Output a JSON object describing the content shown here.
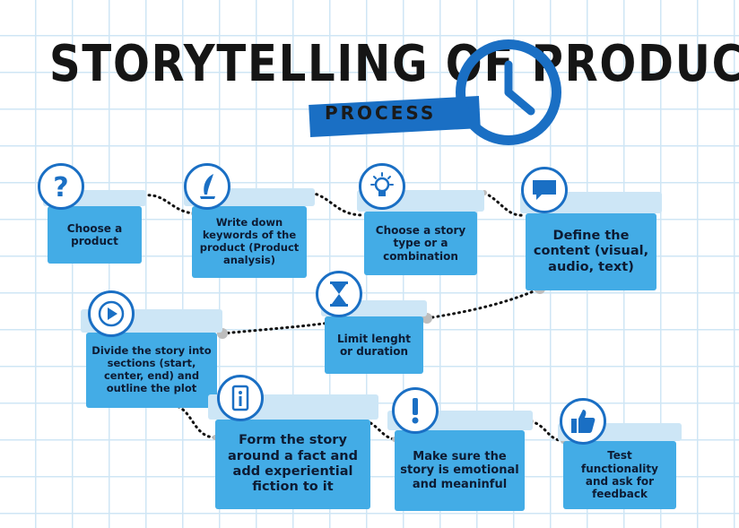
{
  "title": "STORYTELLING OF PRODUCT",
  "subtitle": "PROCESS",
  "steps": [
    {
      "label": "Choose a product",
      "icon": "question-icon"
    },
    {
      "label": "Write down keywords of the product (Product analysis)",
      "icon": "quill-icon"
    },
    {
      "label": "Choose a story type or a combination",
      "icon": "lightbulb-icon"
    },
    {
      "label": "Define the content (visual, audio, text)",
      "icon": "speech-bubble-icon"
    },
    {
      "label": "Divide the story into sections (start, center, end) and outline the plot",
      "icon": "play-icon"
    },
    {
      "label": "Limit lenght or duration",
      "icon": "hourglass-icon"
    },
    {
      "label": "Form the story around a fact and add experiential fiction to it",
      "icon": "info-icon"
    },
    {
      "label": "Make sure the story is emotional and meaninful",
      "icon": "exclamation-icon"
    },
    {
      "label": "Test functionality and ask for feedback",
      "icon": "thumbs-up-icon"
    }
  ],
  "colors": {
    "accent": "#1a6fc4",
    "card": "#43ace6",
    "tab": "#cde6f6",
    "grid": "#cfe6f5"
  }
}
